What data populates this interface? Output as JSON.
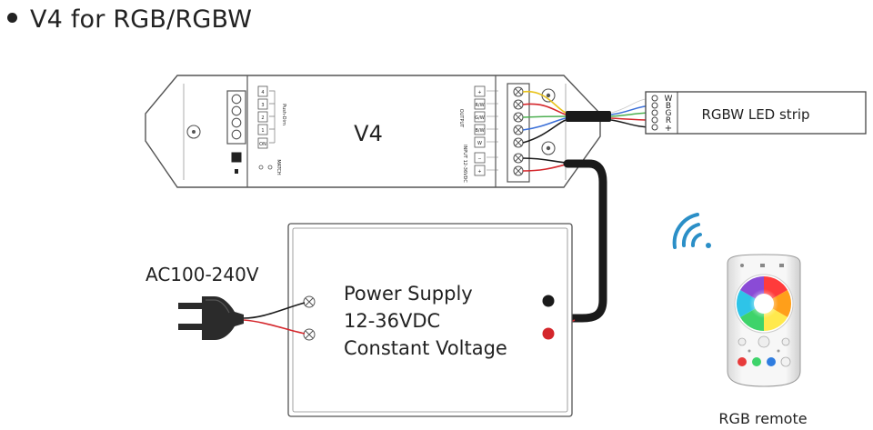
{
  "heading": "V4 for RGB/RGBW",
  "controller": {
    "model": "V4",
    "push_dim": "Push-Dim",
    "match": "MATCH",
    "left_terminals": [
      "4",
      "3",
      "2",
      "1",
      "ON"
    ],
    "output_label": "OUTPUT",
    "output_terminals": [
      "+",
      "R/W",
      "G/W",
      "B/W",
      "W",
      "−",
      "+"
    ],
    "input_label": "INPUT 12-36VDC"
  },
  "led_strip": {
    "label": "RGBW LED strip",
    "pins": [
      "W",
      "B",
      "G",
      "R",
      "+"
    ]
  },
  "power_supply": {
    "line1": "Power Supply",
    "line2": "12-36VDC",
    "line3": "Constant Voltage"
  },
  "ac_label": "AC100-240V",
  "remote_label": "RGB remote",
  "colors": {
    "wire_red": "#d4262b",
    "wire_black": "#1a1a1a",
    "wire_green": "#4caf50",
    "wire_blue": "#3a6fd8",
    "wire_yellow": "#e8c21a",
    "wifi_blue": "#2b8fc7"
  }
}
